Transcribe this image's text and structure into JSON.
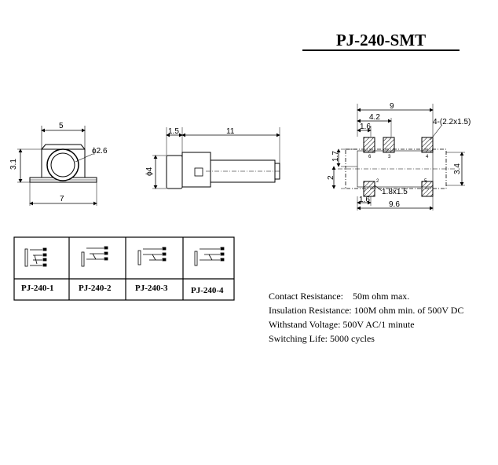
{
  "title": "PJ-240-SMT",
  "front_view": {
    "width_label": "5",
    "height_label": "3.1",
    "diameter_label": "ϕ2.6",
    "base_width_label": "7"
  },
  "side_view": {
    "left_label": "1.5",
    "length_label": "11",
    "height_label": "ϕ4"
  },
  "footprint": {
    "total_width_label": "9",
    "offset_label": "4.2",
    "pad_width_label": "1.6",
    "pad_size_label": "4-(2.2x1.5)",
    "height_label": "1.7",
    "left_height_label": "2",
    "right_height_label": "3.4",
    "small_pad_label": "1.8x1.5",
    "bottom_offset_label": "1.6",
    "bottom_width_label": "9.6",
    "pins": [
      "6",
      "3",
      "4",
      "2",
      "5"
    ]
  },
  "variants": [
    {
      "label": "PJ-240-1"
    },
    {
      "label": "PJ-240-2"
    },
    {
      "label": "PJ-240-3"
    },
    {
      "label": "PJ-240-4"
    }
  ],
  "specs": [
    "Contact Resistance:    50m ohm max.",
    "Insulation Resistance: 100M ohm min. of 500V DC",
    "Withstand Voltage: 500V AC/1 minute",
    "Switching Life: 5000 cycles"
  ]
}
